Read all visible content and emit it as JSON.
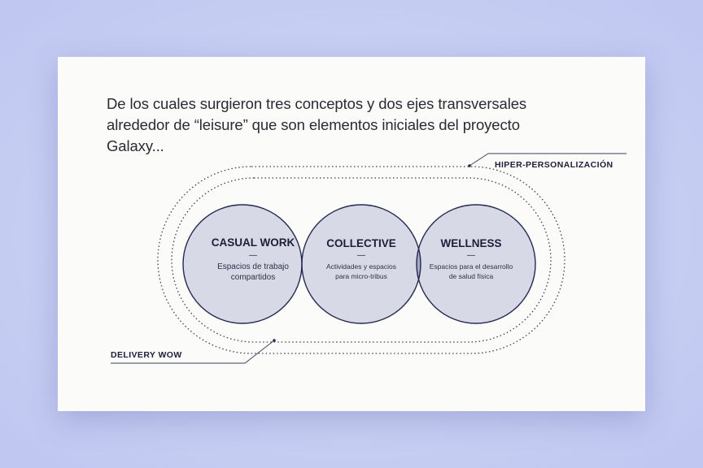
{
  "slide": {
    "headline": "De los cuales surgieron tres conceptos y dos ejes transversales alrededor de “leisure” que son elementos iniciales del proyecto Galaxy..."
  },
  "diagram": {
    "concepts": [
      {
        "title": "CASUAL WORK",
        "dash": "—",
        "subtitle_lines": [
          "Espacios de trabajo",
          "compartidos"
        ]
      },
      {
        "title": "COLLECTIVE",
        "dash": "—",
        "subtitle_lines": [
          "Actividades y espacios",
          "para micro-tribus"
        ]
      },
      {
        "title": "WELLNESS",
        "dash": "—",
        "subtitle_lines": [
          "Espacios para el desarrollo",
          "de salud física"
        ]
      }
    ],
    "axes": [
      {
        "label": "HIPER-PERSONALIZACIÓN"
      },
      {
        "label": "DELIVERY WOW"
      }
    ],
    "colors": {
      "circle_fill": "#d7d9e6",
      "circle_stroke": "#25294f",
      "overlap_fill": "#a6aac7",
      "dotted_ring": "#3a3d5c"
    }
  }
}
